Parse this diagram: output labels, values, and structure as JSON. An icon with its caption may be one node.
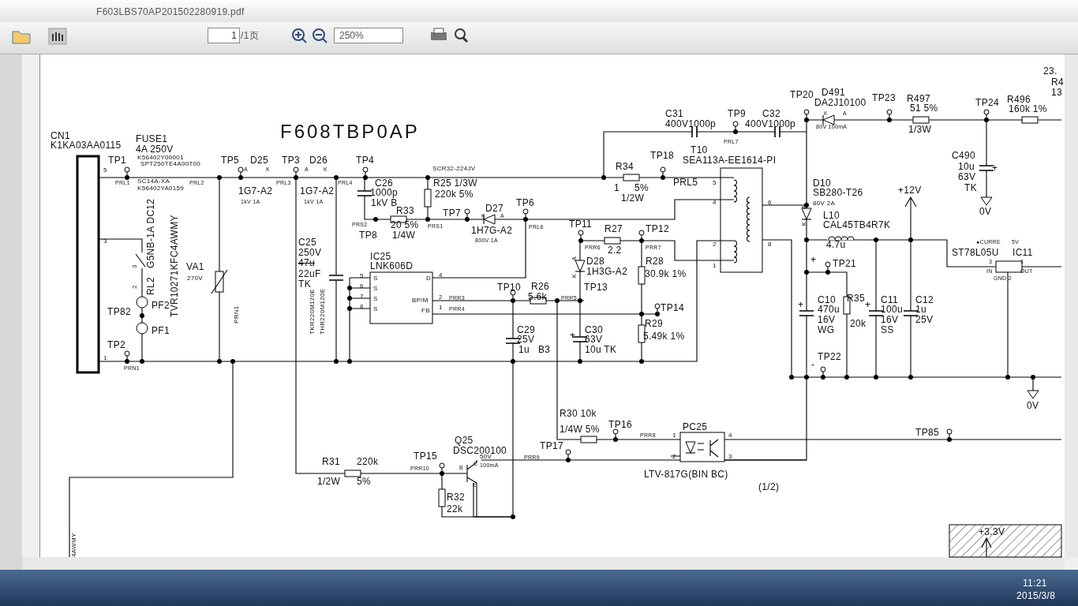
{
  "diagram": {
    "labels": [
      "F603LBS70AP201502280919.pdf",
      "1",
      "/1页",
      "250%",
      "F608TBP0AP",
      "CN1",
      "K1KA03AA0115",
      "FUSE1",
      "4A 250V",
      "K56402Y00001",
      "SPT250TE4A00T00",
      "TP1",
      "5",
      "PRL1",
      "SC14A-XA",
      "K56402YA0159",
      "PRL2",
      "TP5",
      "D25",
      "A",
      "K",
      "1G7-A2",
      "1kV 1A",
      "TP3",
      "D26",
      "PRL3",
      "A",
      "K",
      "1G7-A2",
      "1kV 1A",
      "PRL4",
      "TP4",
      "C26",
      "1000p",
      "1kV B",
      "SCR32-224JV",
      "R25 1/3W",
      "220k 5%",
      "PRS2",
      "TP8",
      "R33",
      "20 5%",
      "1/4W",
      "PRS1",
      "TP7",
      "K",
      "D27",
      "A",
      "1H7G-A2",
      "800V 1A",
      "TP6",
      "PRL6",
      "C31",
      "400V1000p",
      "TP9",
      "PRL7",
      "C32",
      "400V1000p",
      "T10",
      "SEA113A-EE1614-PI",
      "R34",
      "1",
      "5%",
      "1/2W",
      "TP18",
      "PRL5",
      "5",
      "4",
      "2",
      "1",
      "6",
      "8",
      "TP11",
      "R27",
      "TP12",
      "PRR6",
      "2.2",
      "PRR7",
      "A",
      "K",
      "D28",
      "1H3G-A2",
      "R28",
      "30.9k 1%",
      "IC25",
      "LNK606D",
      "5",
      "6",
      "7",
      "8",
      "S",
      "S",
      "S",
      "S",
      "D",
      "BP/M",
      "FB",
      "4",
      "2",
      "PRR3",
      "1",
      "PRR4",
      "TP10",
      "R26",
      "5.6k",
      "PRR5",
      "TP13",
      "TP14",
      "C25",
      "250V",
      "47u",
      "22uF",
      "TK",
      "TKR220M120E",
      "THR220M120E",
      "C29",
      "25V",
      "1u",
      "B3",
      "C30",
      "63V",
      "10u TK",
      "+",
      "R29",
      "5.49k 1%",
      "3",
      "1",
      "TP2",
      "PRN1",
      "3",
      "2",
      "RL2",
      "G5NB-1A DC12",
      "PF2",
      "PF1",
      "TP82",
      "TVR10271KFC4AWMY",
      "VA1",
      "270V",
      "PRN1",
      "R30 10k",
      "1/4W 5%",
      "TP16",
      "PRR8",
      "1",
      "PC25",
      "4",
      "2",
      "3",
      "LTV-817G(BIN BC)",
      "(1/2)",
      "TP17",
      "PRR9",
      "Q25",
      "DSC200100",
      "C",
      "50V",
      "100mA",
      "B",
      "E",
      "TP15",
      "PRR10",
      "R31",
      "220k",
      "1/2W",
      "5%",
      "R32",
      "22k",
      "4AWMY",
      "TP20",
      "D491",
      "DA2J10100",
      "K",
      "A",
      "80V 100mA",
      "TP23",
      "R497",
      "51 5%",
      "1/3W",
      "TP24",
      "R496",
      "160k 1%",
      "23.",
      "R4",
      "13",
      "C490",
      "10u",
      "63V",
      "TK",
      "+",
      "0V",
      "D10",
      "SB280-T26",
      "80V 2A",
      "A",
      "K",
      "L10",
      "CAL45TB4R7K",
      "4.7u",
      "+12V",
      "●CURRE",
      "5V",
      "ST78L05U",
      "IC11",
      "3",
      "1",
      "IN",
      "OUT",
      "GND 2",
      "+",
      "TP21",
      "+",
      "C10",
      "470u",
      "16V",
      "WG",
      "R35",
      "20k",
      "+",
      "C11",
      "100u",
      "16V",
      "SS",
      "C12",
      "1u",
      "25V",
      "-",
      "TP22",
      "0V",
      "TP85",
      "+3.3V",
      "11:21",
      "2015/3/8"
    ]
  }
}
